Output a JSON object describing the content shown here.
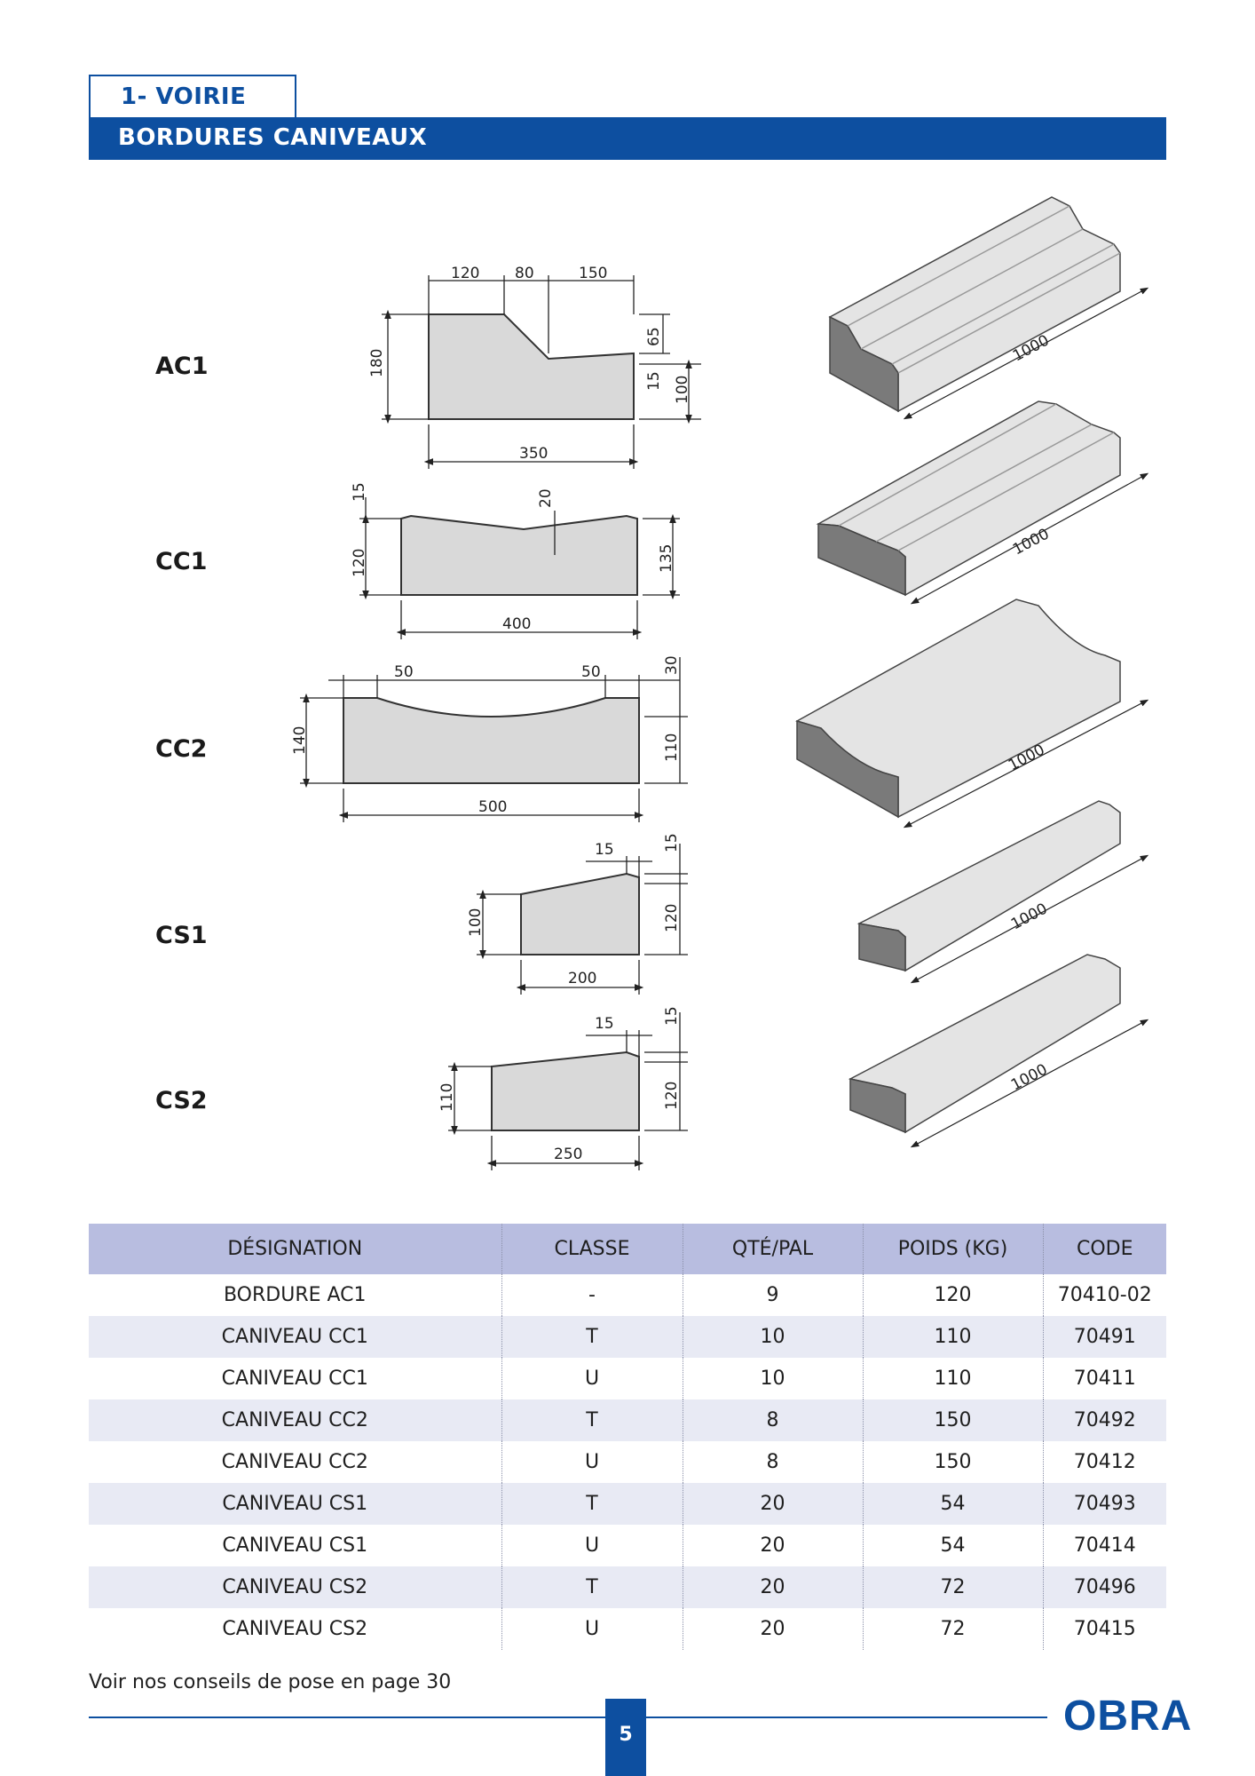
{
  "header": {
    "section": "1- VOIRIE",
    "title": "BORDURES CANIVEAUX"
  },
  "products": [
    {
      "label": "AC1",
      "dims": [
        "120",
        "80",
        "150",
        "180",
        "65",
        "15",
        "100",
        "350",
        "1000"
      ]
    },
    {
      "label": "CC1",
      "dims": [
        "15",
        "20",
        "120",
        "135",
        "400",
        "1000"
      ]
    },
    {
      "label": "CC2",
      "dims": [
        "50",
        "50",
        "30",
        "140",
        "110",
        "500",
        "1000"
      ]
    },
    {
      "label": "CS1",
      "dims": [
        "15",
        "15",
        "100",
        "120",
        "200",
        "1000"
      ]
    },
    {
      "label": "CS2",
      "dims": [
        "15",
        "15",
        "110",
        "120",
        "250",
        "1000"
      ]
    }
  ],
  "table": {
    "headers": [
      "DÉSIGNATION",
      "CLASSE",
      "QTÉ/PAL",
      "POIDS (KG)",
      "CODE"
    ],
    "rows": [
      [
        "BORDURE AC1",
        "-",
        "9",
        "120",
        "70410-02"
      ],
      [
        "CANIVEAU CC1",
        "T",
        "10",
        "110",
        "70491"
      ],
      [
        "CANIVEAU CC1",
        "U",
        "10",
        "110",
        "70411"
      ],
      [
        "CANIVEAU CC2",
        "T",
        "8",
        "150",
        "70492"
      ],
      [
        "CANIVEAU CC2",
        "U",
        "8",
        "150",
        "70412"
      ],
      [
        "CANIVEAU CS1",
        "T",
        "20",
        "54",
        "70493"
      ],
      [
        "CANIVEAU CS1",
        "U",
        "20",
        "54",
        "70414"
      ],
      [
        "CANIVEAU CS2",
        "T",
        "20",
        "72",
        "70496"
      ],
      [
        "CANIVEAU CS2",
        "U",
        "20",
        "72",
        "70415"
      ]
    ]
  },
  "footer": {
    "note": "Voir nos conseils de pose en page 30",
    "page_number": "5",
    "brand": "OBRA"
  },
  "colors": {
    "brand_blue": "#0d4fa0",
    "table_header": "#b8bde0",
    "table_alt_row": "#e8eaf4",
    "profile_fill": "#d9d9d9"
  }
}
